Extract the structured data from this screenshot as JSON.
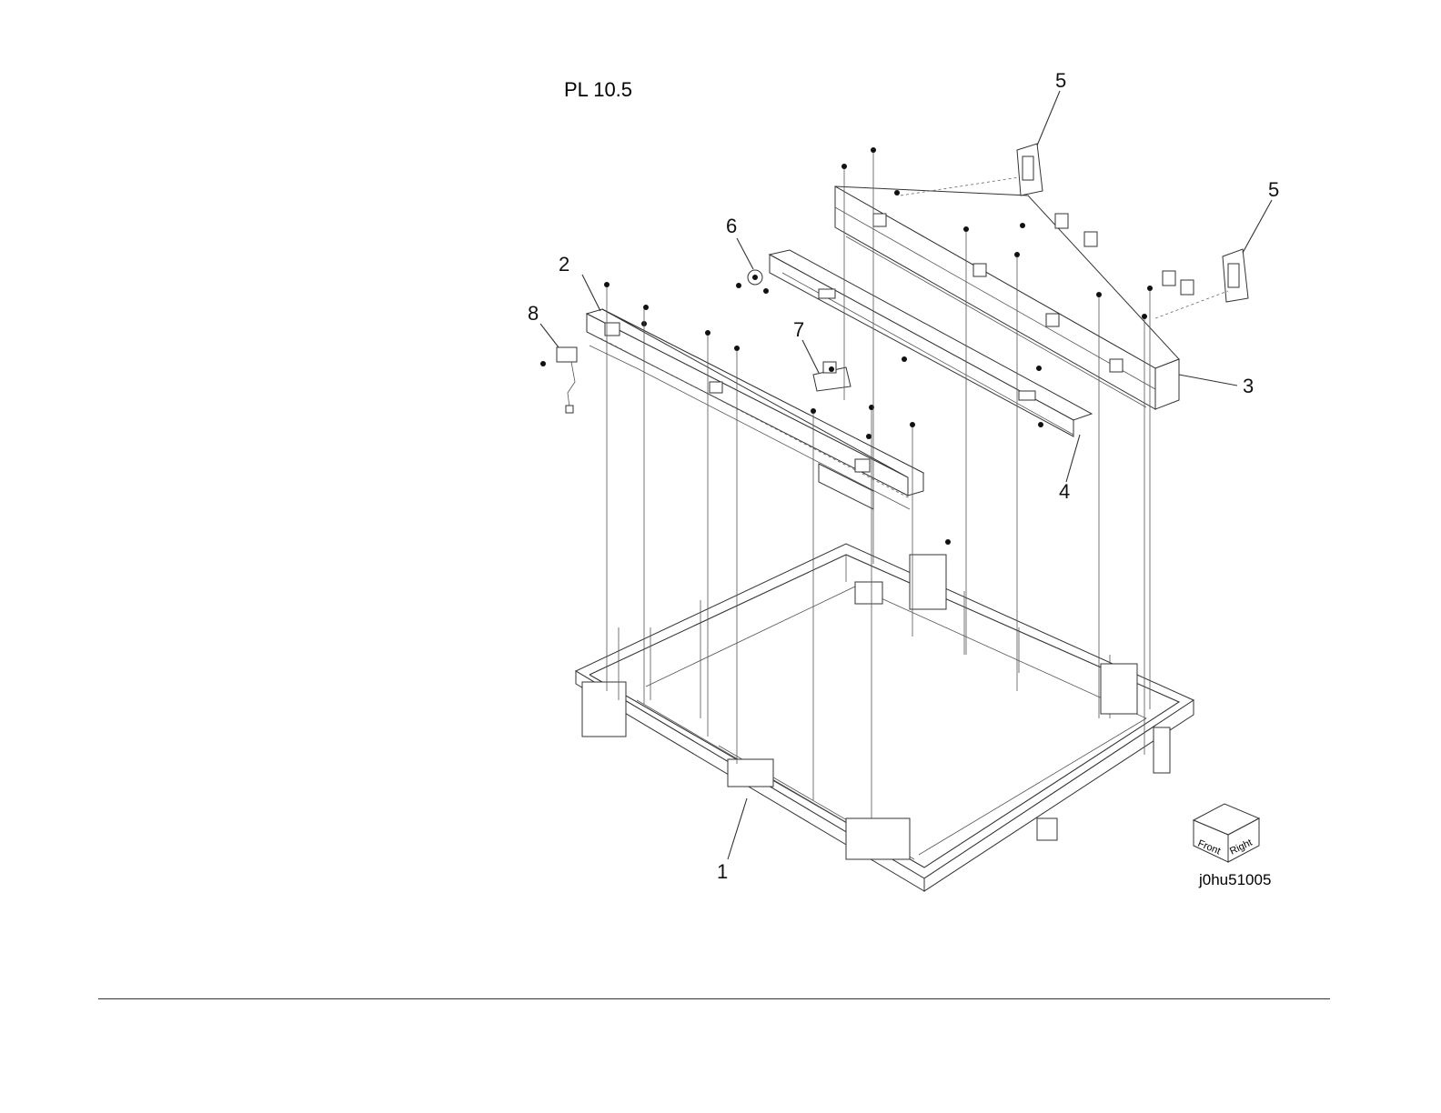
{
  "title": "PL 10.5",
  "image_id": "j0hu51005",
  "orientation": {
    "front_label": "Front",
    "right_label": "Right"
  },
  "callouts": [
    "1",
    "2",
    "3",
    "4",
    "5",
    "5",
    "6",
    "7",
    "8"
  ]
}
